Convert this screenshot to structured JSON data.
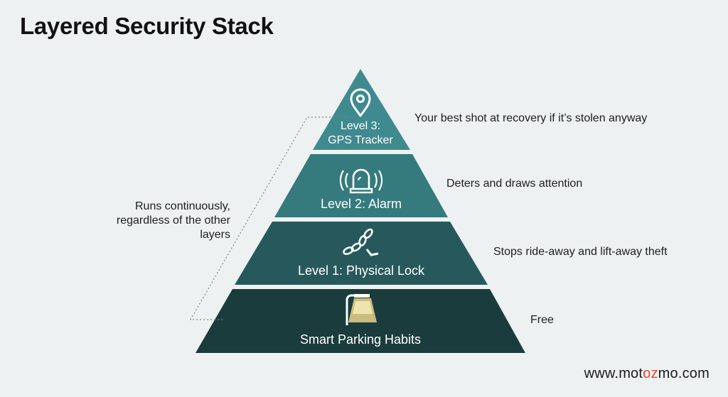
{
  "title": "Layered Security Stack",
  "layers": [
    {
      "level_line1": "Level 3:",
      "level_line2": "GPS Tracker",
      "icon": "map-pin-icon",
      "color": "#3f8a8f",
      "description": "Your best shot at recovery if it’s stolen anyway"
    },
    {
      "label": "Level 2: Alarm",
      "icon": "alarm-siren-icon",
      "color": "#357a7d",
      "description": "Deters and draws attention"
    },
    {
      "label": "Level 1: Physical Lock",
      "icon": "chain-lock-icon",
      "color": "#27595c",
      "description": "Stops ride-away and lift-away theft"
    },
    {
      "label": "Smart Parking Habits",
      "icon": "street-lamp-icon",
      "color": "#1b3c3d",
      "description": "Free"
    }
  ],
  "side_note": "Runs continuously,\nregardless of the other\nlayers",
  "footer": {
    "prefix": "www.mot",
    "accent": "oz",
    "suffix": "mo.com",
    "accent_color": "#e24a3b"
  }
}
